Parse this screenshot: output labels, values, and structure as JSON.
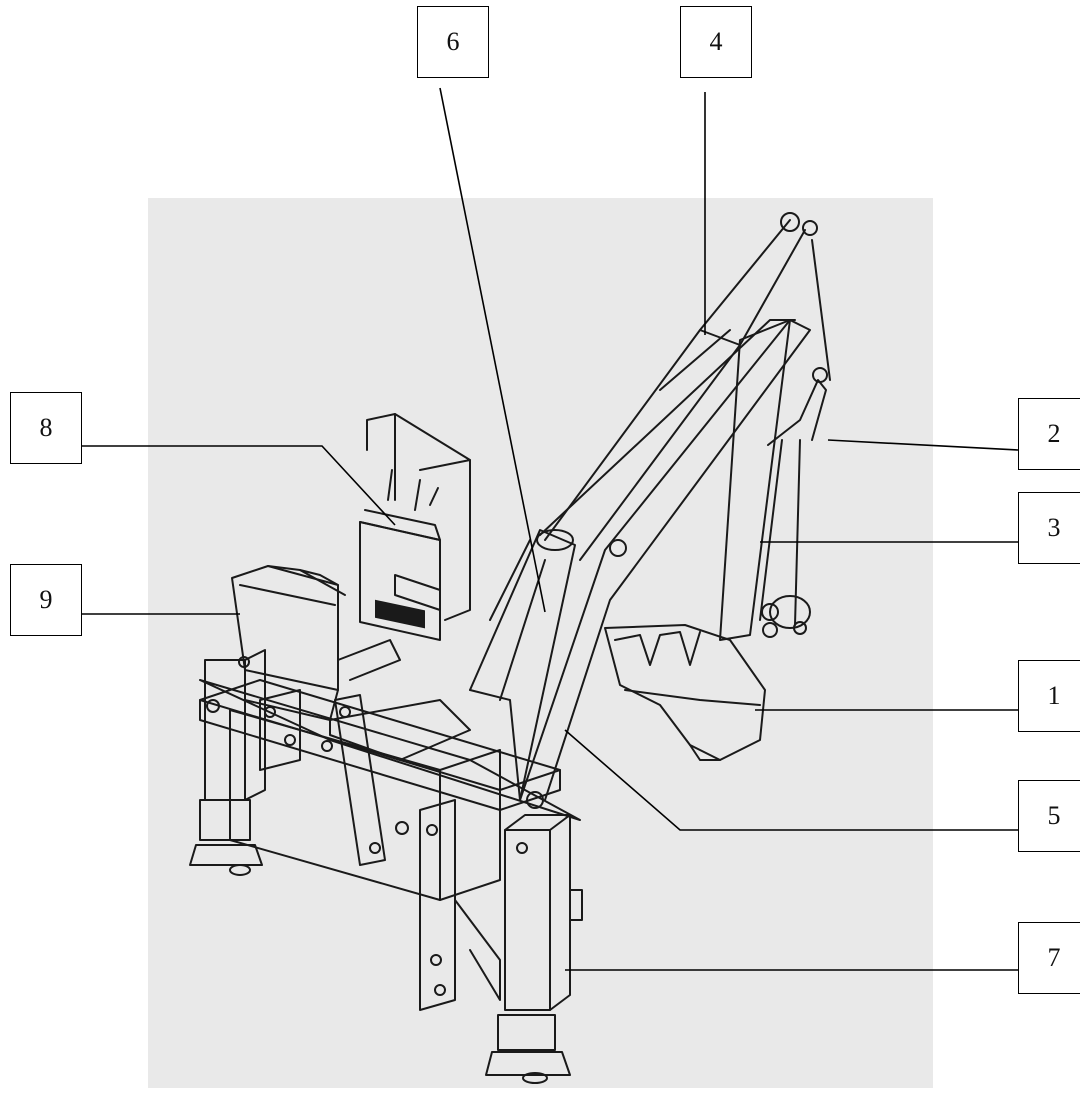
{
  "figure": {
    "subject": "backhoe attachment illustration",
    "background_color": "#e9e9e9",
    "line_color": "#1a1a1a",
    "callouts": [
      {
        "id": "callout-6",
        "label": "6"
      },
      {
        "id": "callout-4",
        "label": "4"
      },
      {
        "id": "callout-8",
        "label": "8"
      },
      {
        "id": "callout-2",
        "label": "2"
      },
      {
        "id": "callout-3",
        "label": "3"
      },
      {
        "id": "callout-9",
        "label": "9"
      },
      {
        "id": "callout-1",
        "label": "1"
      },
      {
        "id": "callout-5",
        "label": "5"
      },
      {
        "id": "callout-7",
        "label": "7"
      }
    ]
  }
}
